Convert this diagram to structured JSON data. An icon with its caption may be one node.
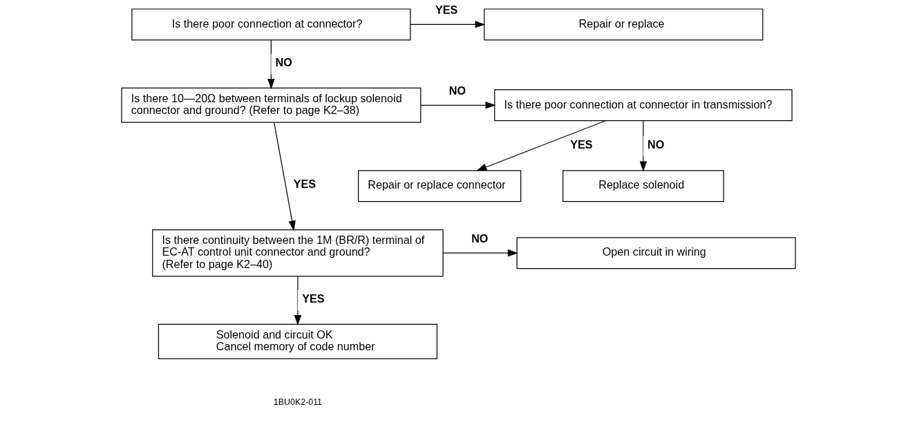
{
  "diagram": {
    "nodes": [
      {
        "text": [
          "Is there poor connection at connector?"
        ]
      },
      {
        "text": [
          "Repair or replace"
        ]
      },
      {
        "text": [
          "Is there 10—20Ω between terminals of lockup solenoid connector and ground? (Refer to page K2–38)"
        ]
      },
      {
        "text": [
          "Is there poor connection at connector in transmission?"
        ]
      },
      {
        "text": [
          "Repair or replace connector"
        ]
      },
      {
        "text": [
          "Replace solenoid"
        ]
      },
      {
        "text": [
          "Is there continuity between the 1M (BR/R) terminal of EC-AT control unit connector and ground?",
          "(Refer to page K2–40)"
        ]
      },
      {
        "text": [
          "Open circuit in wiring"
        ]
      },
      {
        "text": [
          "Solenoid and circuit OK",
          "Cancel memory of code number"
        ]
      }
    ],
    "edges": [
      {
        "from": 0,
        "to": 1,
        "arrow": "to",
        "label": "YES"
      },
      {
        "from": 0,
        "to": 2,
        "arrow": "to",
        "label": "NO"
      },
      {
        "from": 2,
        "to": 3,
        "arrow": "to",
        "label": "NO"
      },
      {
        "from": 2,
        "to": 6,
        "arrow": "to",
        "label": "YES"
      },
      {
        "from": 3,
        "to": 4,
        "arrow": "to",
        "label": "YES"
      },
      {
        "from": 3,
        "to": 5,
        "arrow": "to",
        "label": "NO"
      },
      {
        "from": 6,
        "to": 7,
        "arrow": "to",
        "label": "NO"
      },
      {
        "from": 6,
        "to": 8,
        "arrow": "to",
        "label": "YES"
      }
    ],
    "labels": [
      "1BU0K2-011"
    ]
  }
}
